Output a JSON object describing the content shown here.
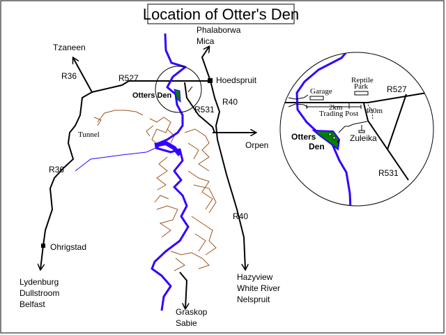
{
  "title": "Location of Otter's Den",
  "colors": {
    "river": "#3300ff",
    "den": "#008000",
    "escarpment": "#a0521e",
    "road": "#000000"
  },
  "main_map": {
    "towns": {
      "tzaneen": "Tzaneen",
      "phalaborwa": "Phalaborwa",
      "mica": "Mica",
      "hoedspruit": "Hoedspruit",
      "orpen": "Orpen",
      "ohrigstad": "Ohrigstad",
      "lydenburg": "Lydenburg",
      "dullstroom": "Dullstroom",
      "belfast": "Belfast",
      "hazyview": "Hazyview",
      "white_river": "White River",
      "nelspruit": "Nelspruit",
      "graskop": "Graskop",
      "sabie": "Sabie"
    },
    "roads": {
      "r36_top": "R36",
      "r36_bottom": "R36",
      "r527": "R527",
      "r40_top": "R40",
      "r40_bottom": "R40",
      "r531": "R531"
    },
    "tunnel": "Tunnel",
    "otters_den": "Otters Den"
  },
  "inset": {
    "garage": "Garage",
    "reptile_park_1": "Reptile",
    "reptile_park_2": "Park",
    "r527": "R527",
    "distance_2km": "2km",
    "trading_post": "Trading Post",
    "distance_400m": "400m",
    "otters_1": "Otters",
    "otters_2": "Den",
    "zuleika": "Zuleika",
    "r531": "R531"
  }
}
